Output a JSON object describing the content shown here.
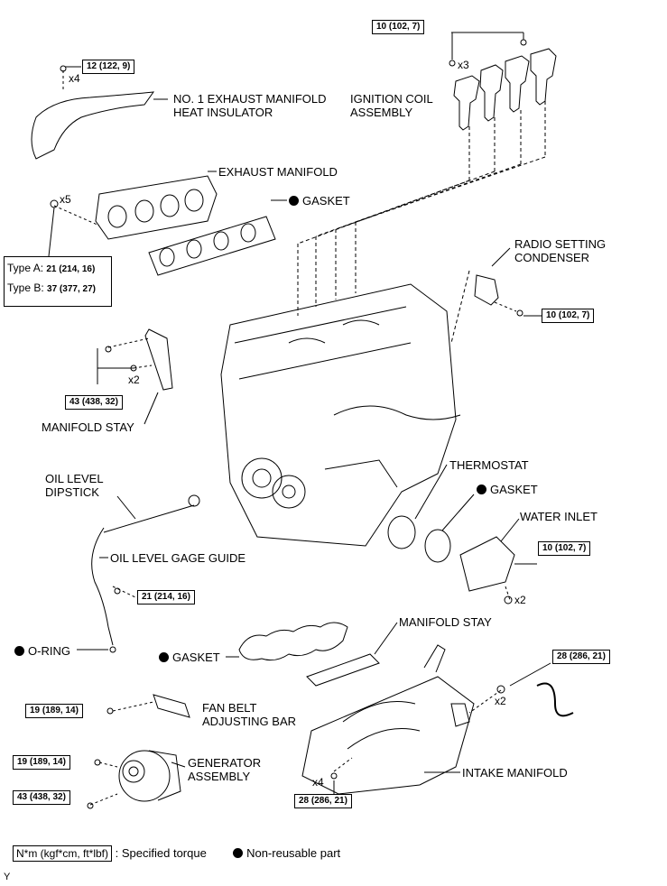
{
  "labels": {
    "exhaust_heat_insulator": [
      "NO. 1 EXHAUST MANIFOLD",
      "HEAT INSULATOR"
    ],
    "exhaust_manifold": "EXHAUST MANIFOLD",
    "gasket_exhaust": "GASKET",
    "ignition_coil": [
      "IGNITION COIL",
      "ASSEMBLY"
    ],
    "radio_condenser": [
      "RADIO SETTING",
      "CONDENSER"
    ],
    "manifold_stay_upper": "MANIFOLD STAY",
    "oil_level_dipstick": [
      "OIL LEVEL",
      "DIPSTICK"
    ],
    "thermostat": "THERMOSTAT",
    "gasket_thermostat": "GASKET",
    "water_inlet": "WATER INLET",
    "oil_gage_guide": "OIL LEVEL GAGE GUIDE",
    "o_ring": "O-RING",
    "manifold_stay_lower": "MANIFOLD STAY",
    "gasket_intake": "GASKET",
    "fan_belt_bar": [
      "FAN BELT",
      "ADJUSTING BAR"
    ],
    "generator": [
      "GENERATOR",
      "ASSEMBLY"
    ],
    "intake_manifold": "INTAKE MANIFOLD"
  },
  "torques": {
    "ignition": "10 (102, 7)",
    "heat_insulator": "12 (122, 9)",
    "radio_condenser": "10 (102, 7)",
    "manifold_stay": "43 (438, 32)",
    "water_inlet": "10 (102, 7)",
    "gage_guide": "21 (214, 16)",
    "intake_right": "28 (286, 21)",
    "fan_belt": "19 (189, 14)",
    "generator_upper": "19 (189, 14)",
    "generator_lower": "43 (438, 32)",
    "intake_bottom": "28 (286, 21)"
  },
  "quantities": {
    "ignition": "x3",
    "heat_insulator": "x4",
    "exhaust_manifold": "x5",
    "manifold_stay": "x2",
    "water_inlet": "x2",
    "intake_right": "x2",
    "intake_bottom": "x4"
  },
  "exhaust_types": {
    "type_a_label": "Type A:",
    "type_a_value": "21 (214, 16)",
    "type_b_label": "Type B:",
    "type_b_value": "37 (377, 27)"
  },
  "legend": {
    "torque_unit": "N*m (kgf*cm, ft*lbf)",
    "torque_text": ": Specified torque",
    "nonreusable_text": "Non-reusable part"
  },
  "footer_mark": "Y"
}
